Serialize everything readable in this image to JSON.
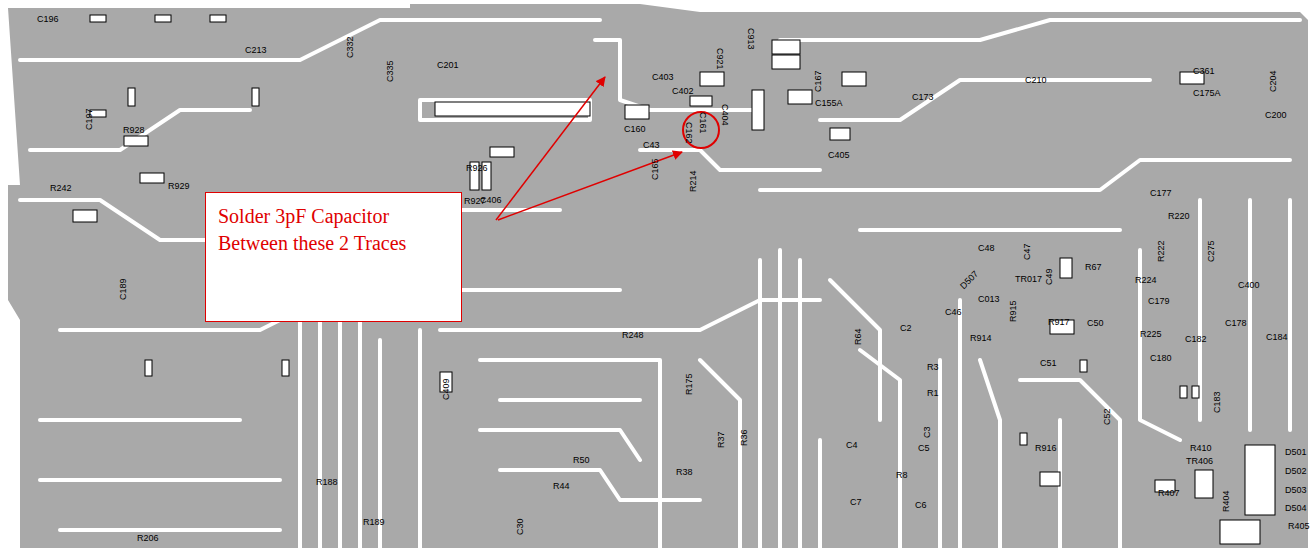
{
  "diagram": {
    "nodes": [
      {
        "text": [
          "Solder 3pF Capacitor Between these 2 Traces"
        ]
      }
    ],
    "labels": [
      "C196",
      "C213",
      "C332",
      "C335",
      "C201",
      "C197",
      "R928",
      "R926",
      "R929",
      "R242",
      "R927",
      "C406",
      "C403",
      "C402",
      "C160",
      "C43",
      "C162",
      "C161",
      "C404",
      "C913",
      "C921",
      "C167",
      "C155A",
      "C173",
      "C210",
      "C361",
      "C204",
      "C175A",
      "C200",
      "C405",
      "C165",
      "R214",
      "C189",
      "C177",
      "R220",
      "R222",
      "C275",
      "R224",
      "C179",
      "C400",
      "R225",
      "C178",
      "C182",
      "C184",
      "C180",
      "C48",
      "C47",
      "C49",
      "R67",
      "TR017",
      "C013",
      "R915",
      "C46",
      "D507",
      "R914",
      "R917",
      "C50",
      "C51",
      "R64",
      "C2",
      "R3",
      "R1",
      "C3",
      "R248",
      "C409",
      "R175",
      "C52",
      "C183",
      "R410",
      "TR406",
      "D501",
      "D502",
      "D503",
      "D504",
      "R405",
      "R407",
      "R404",
      "R916",
      "C4",
      "C5",
      "R8",
      "C6",
      "C7",
      "R50",
      "R37",
      "R36",
      "R38",
      "R44",
      "R188",
      "R189",
      "R206",
      "C30"
    ]
  }
}
